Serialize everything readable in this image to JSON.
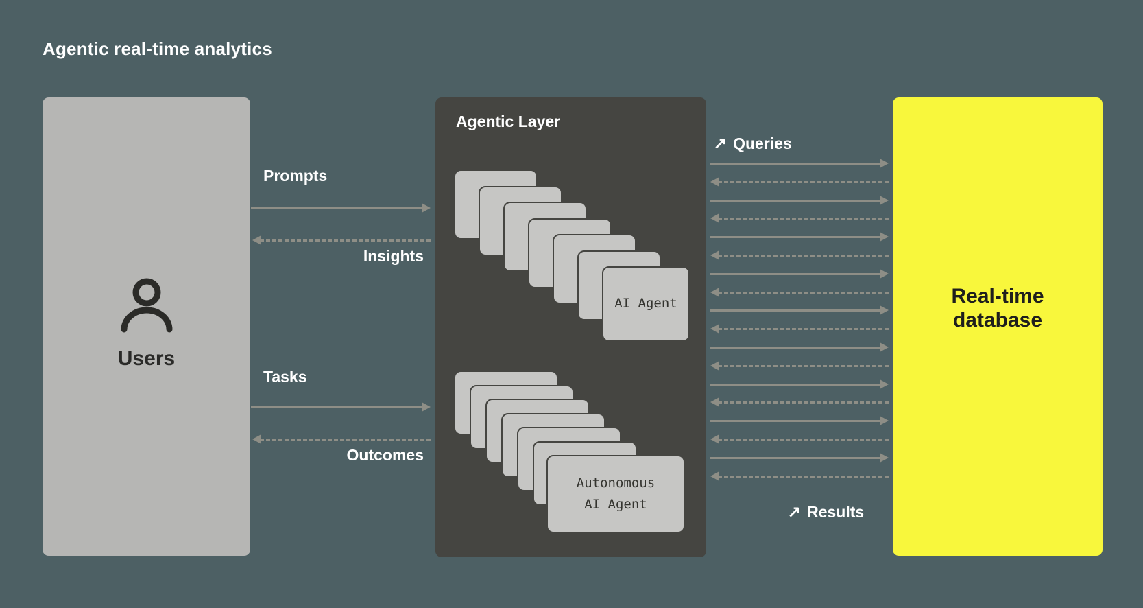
{
  "title": "Agentic real-time analytics",
  "users": {
    "label": "Users"
  },
  "agentic_layer": {
    "title": "Agentic Layer",
    "agent_card_label": "AI Agent",
    "autonomous_card_label": "Autonomous\nAI Agent"
  },
  "database": {
    "label": "Real-time\ndatabase"
  },
  "flows": {
    "prompts": "Prompts",
    "insights": "Insights",
    "tasks": "Tasks",
    "outcomes": "Outcomes",
    "queries": "Queries",
    "results": "Results",
    "arrow_icon": "↗"
  },
  "colors": {
    "bg": "#4d6064",
    "users_box": "#b6b6b4",
    "agentic_box": "#454541",
    "db_box": "#f8f73c",
    "card": "#c6c6c4",
    "arrow": "#8e8e86",
    "text_light": "#ffffff",
    "text_dark": "#2a2a28"
  }
}
